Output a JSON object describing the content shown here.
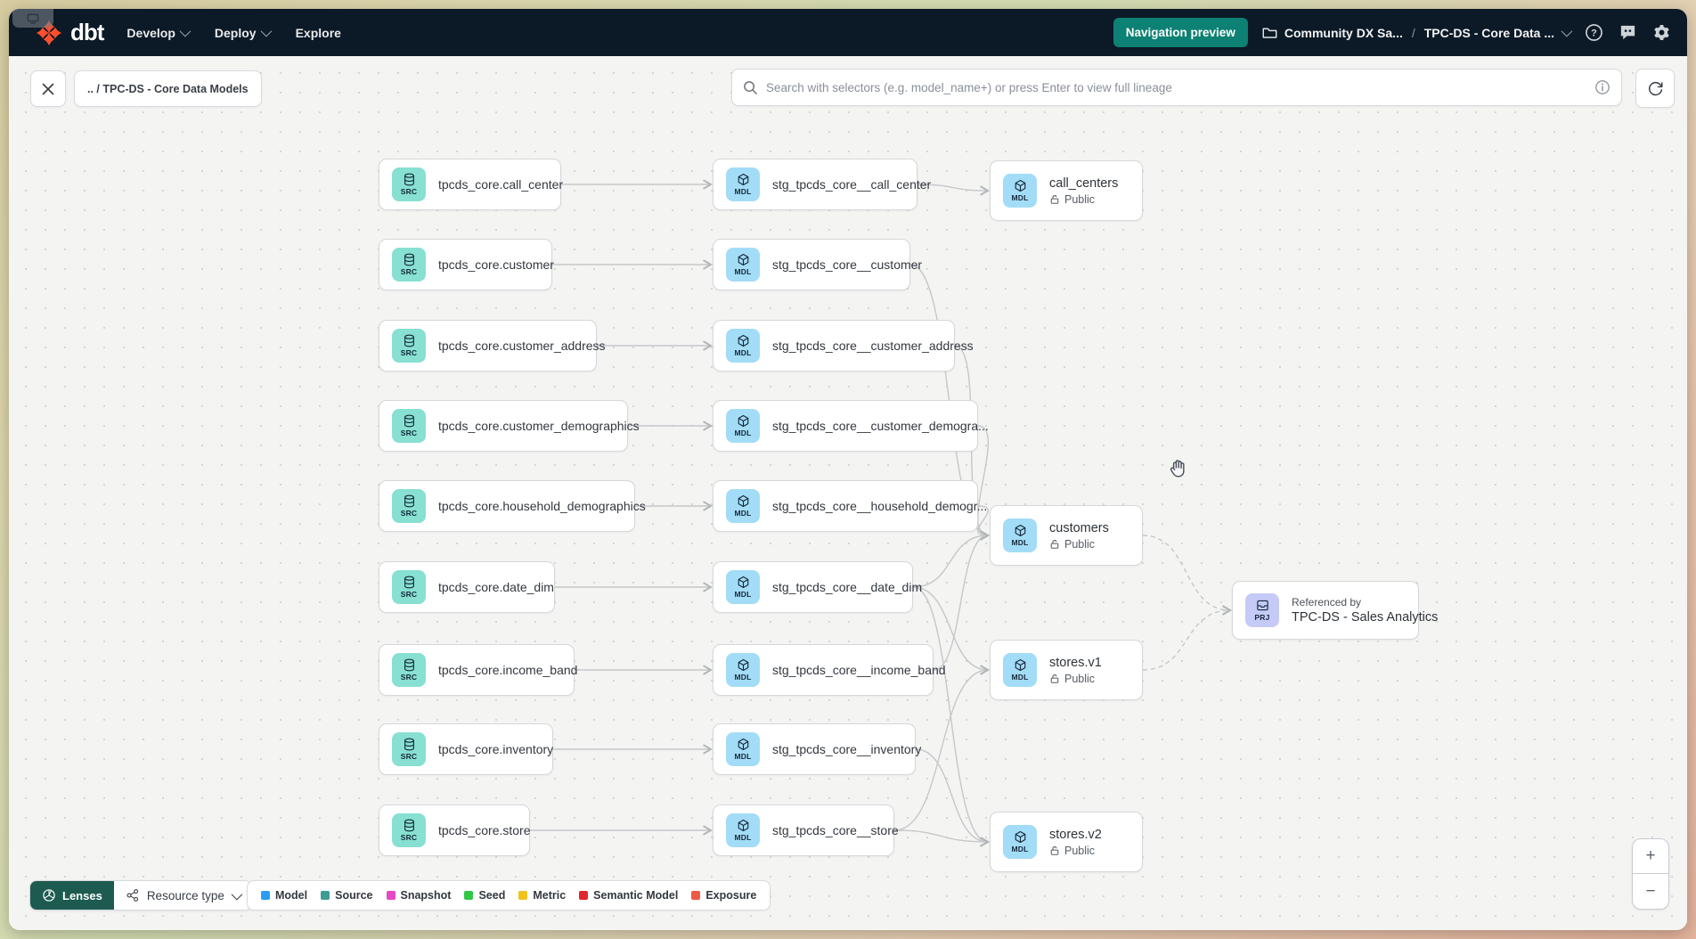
{
  "navbar": {
    "brand": "dbt",
    "menu": [
      {
        "label": "Develop",
        "chevron": true
      },
      {
        "label": "Deploy",
        "chevron": true
      },
      {
        "label": "Explore",
        "chevron": false
      }
    ],
    "preview_button": "Navigation preview",
    "breadcrumb": {
      "project": "Community DX Sa...",
      "separator": "/",
      "page": "TPC-DS - Core Data ..."
    }
  },
  "toolbar": {
    "breadcrumb_chip": ".. / TPC-DS - Core Data Models",
    "search_placeholder": "Search with selectors (e.g. model_name+) or press Enter to view full lineage"
  },
  "graph": {
    "badges": {
      "source": "SRC",
      "model": "MDL",
      "project": "PRJ"
    },
    "sources": [
      "tpcds_core.call_center",
      "tpcds_core.customer",
      "tpcds_core.customer_address",
      "tpcds_core.customer_demographics",
      "tpcds_core.household_demographics",
      "tpcds_core.date_dim",
      "tpcds_core.income_band",
      "tpcds_core.inventory",
      "tpcds_core.store"
    ],
    "staging": [
      "stg_tpcds_core__call_center",
      "stg_tpcds_core__customer",
      "stg_tpcds_core__customer_address",
      "stg_tpcds_core__customer_demogra...",
      "stg_tpcds_core__household_demogr...",
      "stg_tpcds_core__date_dim",
      "stg_tpcds_core__income_band",
      "stg_tpcds_core__inventory",
      "stg_tpcds_core__store"
    ],
    "models": [
      {
        "name": "call_centers",
        "access": "Public"
      },
      {
        "name": "customers",
        "access": "Public"
      },
      {
        "name": "stores.v1",
        "access": "Public"
      },
      {
        "name": "stores.v2",
        "access": "Public"
      }
    ],
    "project_node": {
      "caption": "Referenced by",
      "name": "TPC-DS - Sales Analytics"
    }
  },
  "footer": {
    "lenses_label": "Lenses",
    "resource_type_label": "Resource type",
    "legend": [
      {
        "label": "Model",
        "color": "#2b9cf2"
      },
      {
        "label": "Source",
        "color": "#3d9d95"
      },
      {
        "label": "Snapshot",
        "color": "#e549c5"
      },
      {
        "label": "Seed",
        "color": "#31c748"
      },
      {
        "label": "Metric",
        "color": "#efc31c"
      },
      {
        "label": "Semantic Model",
        "color": "#e2262d"
      },
      {
        "label": "Exposure",
        "color": "#ee5a43"
      }
    ]
  },
  "zoom_controls": {
    "zoom_in": "+",
    "zoom_out": "−"
  }
}
